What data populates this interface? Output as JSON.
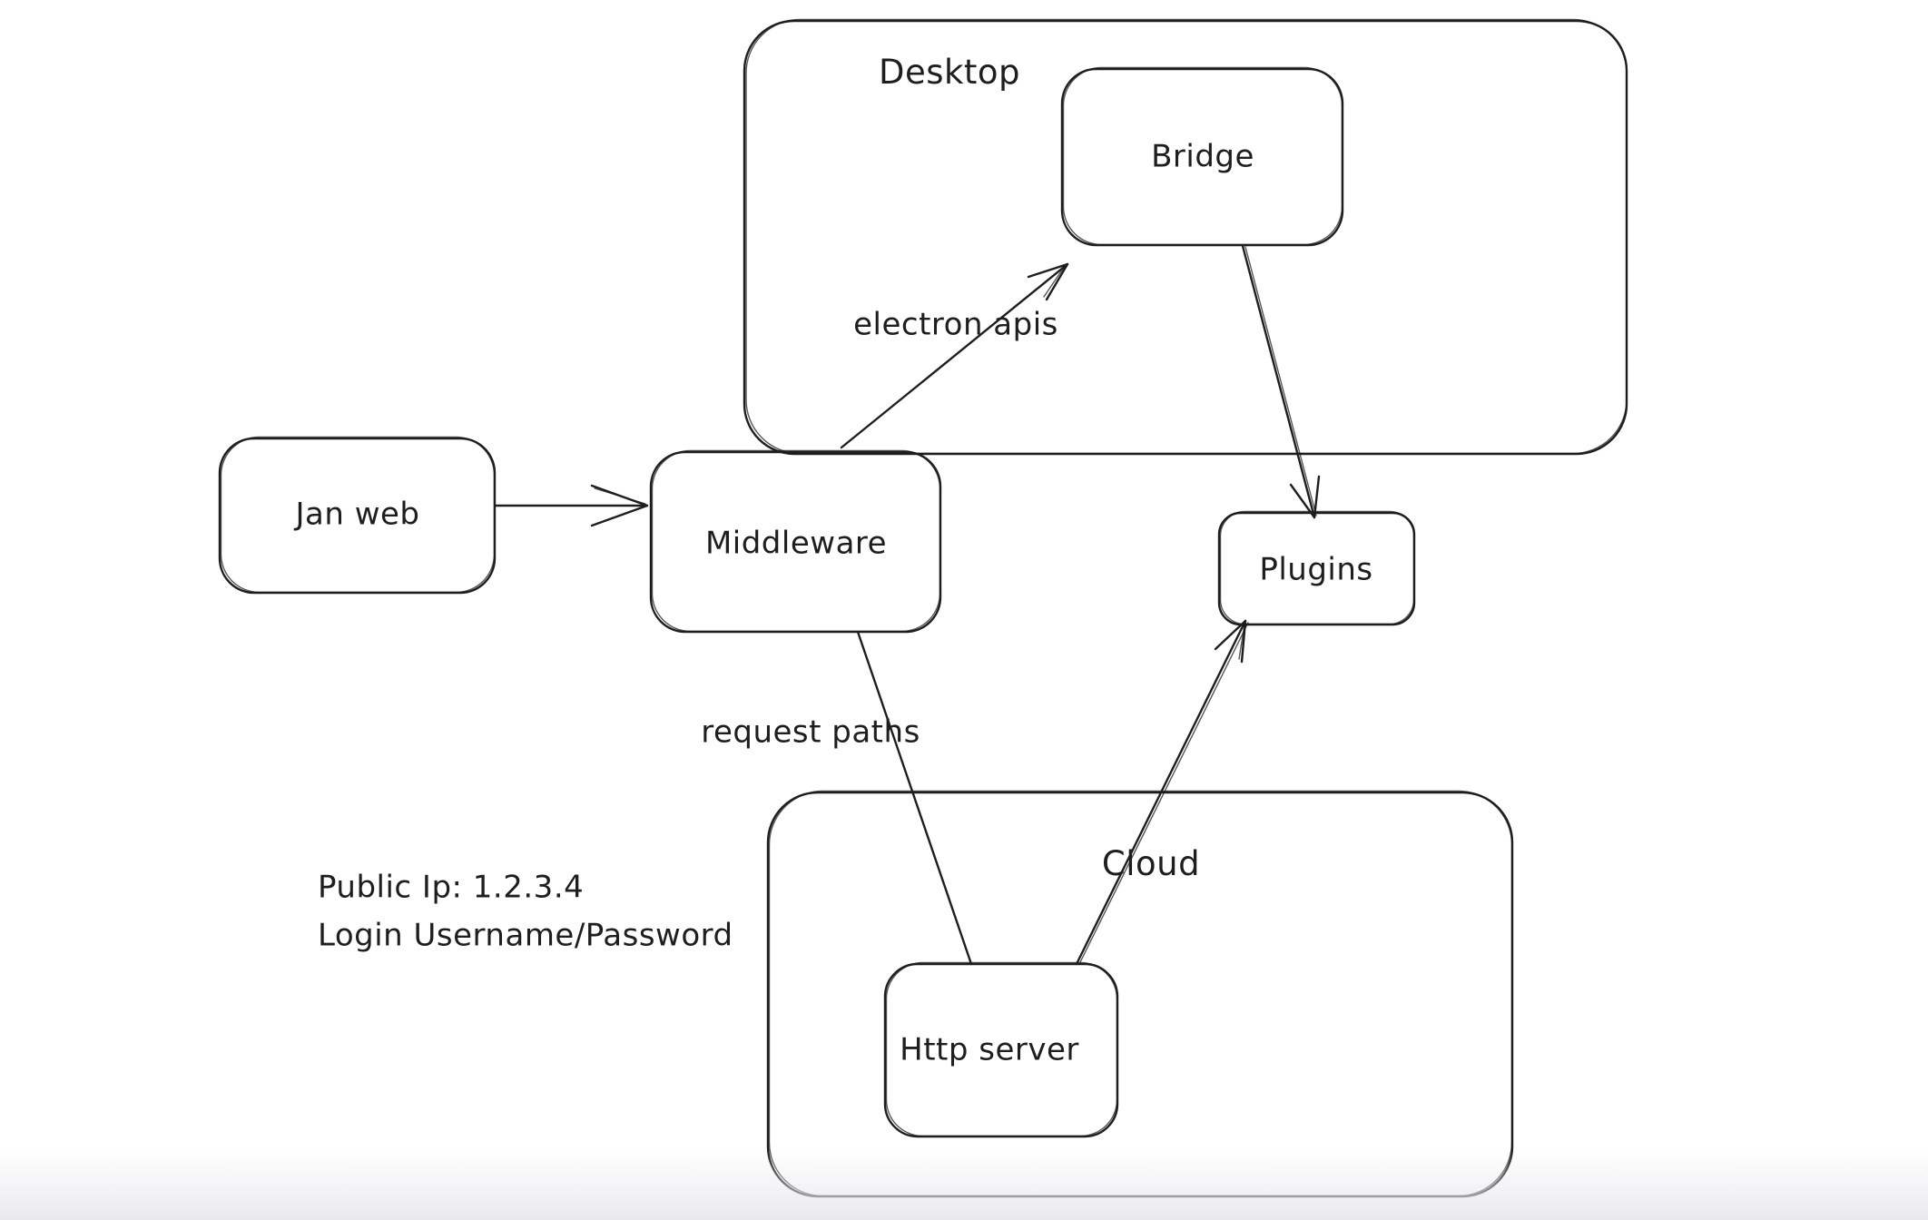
{
  "app": {
    "kind": "whiteboard-diagram",
    "background_color": "#ffffff",
    "stroke_color": "#1e1e1e",
    "bottom_fade_color": "#e9e9ed"
  },
  "nodes": [
    {
      "id": "desktop",
      "label": "Desktop",
      "kind": "group-container"
    },
    {
      "id": "bridge",
      "label": "Bridge",
      "kind": "box"
    },
    {
      "id": "jan-web",
      "label": "Jan web",
      "kind": "box"
    },
    {
      "id": "middleware",
      "label": "Middleware",
      "kind": "box"
    },
    {
      "id": "plugins",
      "label": "Plugins",
      "kind": "box"
    },
    {
      "id": "cloud",
      "label": "Cloud",
      "kind": "group-container"
    },
    {
      "id": "http-server",
      "label": "Http server",
      "kind": "box"
    }
  ],
  "edges": [
    {
      "id": "jan-web-to-middleware",
      "from": "jan-web",
      "to": "middleware",
      "label": "",
      "arrowhead": "end"
    },
    {
      "id": "middleware-to-bridge",
      "from": "middleware",
      "to": "bridge",
      "label": "electron apis",
      "arrowhead": "end"
    },
    {
      "id": "bridge-to-plugins",
      "from": "bridge",
      "to": "plugins",
      "label": "",
      "arrowhead": "end"
    },
    {
      "id": "middleware-to-http-server",
      "from": "middleware",
      "to": "http-server",
      "label": "request paths",
      "arrowhead": "none"
    },
    {
      "id": "http-server-to-plugins",
      "from": "http-server",
      "to": "plugins",
      "label": "",
      "arrowhead": "end"
    }
  ],
  "annotations": [
    {
      "id": "public-ip-note",
      "text": "Public Ip: 1.2.3.4"
    },
    {
      "id": "login-note",
      "text": "Login Username/Password"
    }
  ]
}
